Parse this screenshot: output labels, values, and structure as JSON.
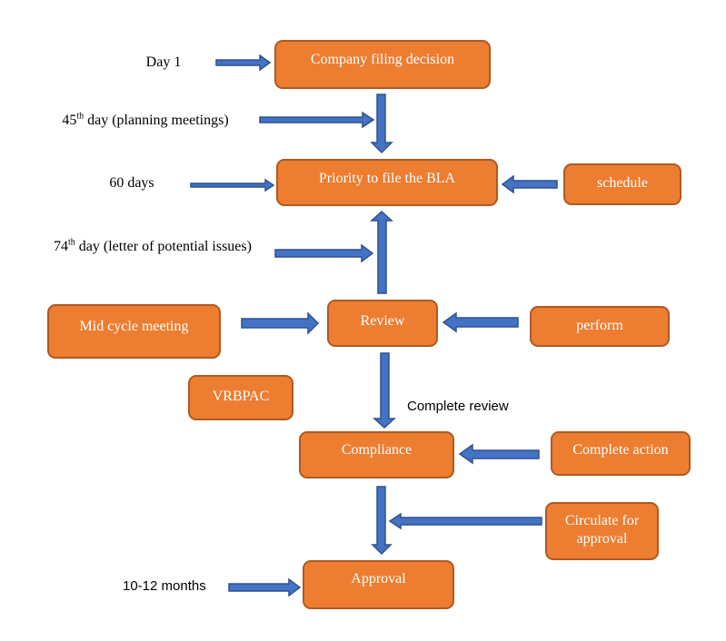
{
  "diagram": {
    "nodes": {
      "company_filing": "Company filing decision",
      "priority_bla": "Priority to file the BLA",
      "schedule": "schedule",
      "mid_cycle": "Mid cycle meeting",
      "review": "Review",
      "perform": "perform",
      "vrbpac": "VRBPAC",
      "compliance": "Compliance",
      "complete_action": "Complete action",
      "circulate": "Circulate for approval",
      "approval": "Approval"
    },
    "labels": {
      "day1": "Day 1",
      "day45_num": "45",
      "day45_sup": "th",
      "day45_text": " day (planning meetings)",
      "days60": "60 days",
      "day74_num": "74",
      "day74_sup": "th",
      "day74_text": " day (letter of potential issues)",
      "complete_review": "Complete review",
      "months": "10-12 months"
    },
    "colors": {
      "box_fill": "#ED7D31",
      "box_border": "#AE5A21",
      "arrow_fill": "#4472C4",
      "arrow_border": "#2F528F"
    }
  }
}
